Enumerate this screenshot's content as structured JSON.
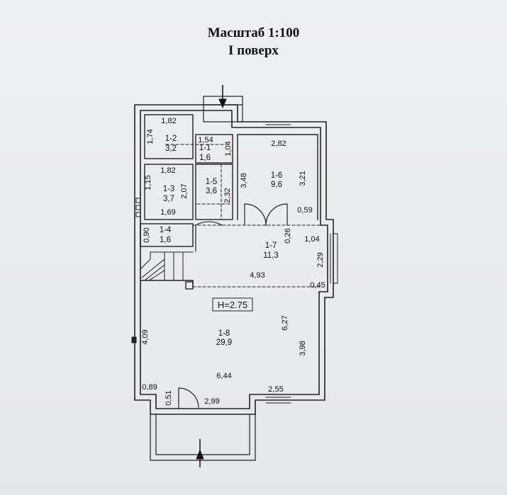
{
  "header": {
    "scale_title": "Масштаб   1:100",
    "floor_title": "І поверх"
  },
  "height_label": "H=2.75",
  "rooms": [
    {
      "id": "1-2",
      "area": "3,2",
      "width": "1,82",
      "depth": "1,74"
    },
    {
      "id": "1-1",
      "area": "1,6",
      "width": "1,54",
      "depth": "1,04"
    },
    {
      "id": "1-3",
      "area": "3,7",
      "width_top": "1,82",
      "width_bottom": "1,69",
      "depth_left": "1,15",
      "depth_right": "2,07"
    },
    {
      "id": "1-5",
      "area": "3,6",
      "depth": "2,32"
    },
    {
      "id": "1-6",
      "area": "9,6",
      "width": "2,82",
      "depth_left": "3,48",
      "depth_right": "3,21"
    },
    {
      "id": "1-4",
      "area": "1,6",
      "depth": "0,90"
    },
    {
      "id": "1-7",
      "area": "11,3",
      "width": "4,93",
      "depth": "2,29",
      "extra_a": "0,26",
      "extra_b": "1,04",
      "extra_c": "0,59",
      "extra_d": "0,45"
    },
    {
      "id": "1-8",
      "area": "29,9",
      "width": "6,44",
      "depth_left": "4,09",
      "depth_right": "3,98",
      "depth_mid": "6,27",
      "seg_a": "0,89",
      "seg_b": "0,51",
      "seg_c": "2,99",
      "seg_d": "2,55"
    }
  ]
}
